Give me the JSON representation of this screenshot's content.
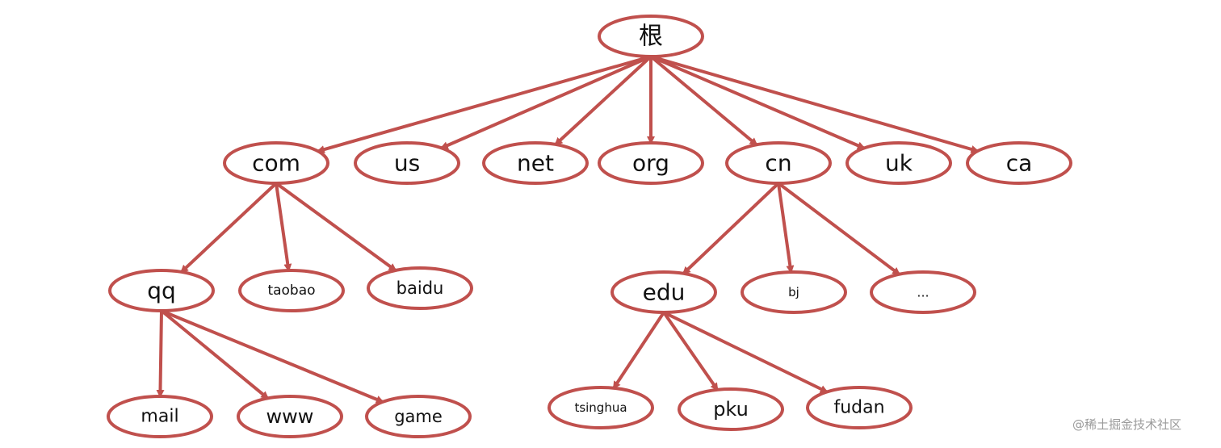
{
  "diagram": {
    "nodes": [
      {
        "id": "root",
        "label": "根"
      },
      {
        "id": "com",
        "label": "com"
      },
      {
        "id": "us",
        "label": "us"
      },
      {
        "id": "net",
        "label": "net"
      },
      {
        "id": "org",
        "label": "org"
      },
      {
        "id": "cn",
        "label": "cn"
      },
      {
        "id": "uk",
        "label": "uk"
      },
      {
        "id": "ca",
        "label": "ca"
      },
      {
        "id": "qq",
        "label": "qq"
      },
      {
        "id": "taobao",
        "label": "taobao"
      },
      {
        "id": "baidu",
        "label": "baidu"
      },
      {
        "id": "edu",
        "label": "edu"
      },
      {
        "id": "bj",
        "label": "bj"
      },
      {
        "id": "more",
        "label": "..."
      },
      {
        "id": "mail",
        "label": "mail"
      },
      {
        "id": "www",
        "label": "www"
      },
      {
        "id": "game",
        "label": "game"
      },
      {
        "id": "tsinghua",
        "label": "tsinghua"
      },
      {
        "id": "pku",
        "label": "pku"
      },
      {
        "id": "fudan",
        "label": "fudan"
      }
    ],
    "edges": [
      {
        "from": "root",
        "to": "com"
      },
      {
        "from": "root",
        "to": "us"
      },
      {
        "from": "root",
        "to": "net"
      },
      {
        "from": "root",
        "to": "org"
      },
      {
        "from": "root",
        "to": "cn"
      },
      {
        "from": "root",
        "to": "uk"
      },
      {
        "from": "root",
        "to": "ca"
      },
      {
        "from": "com",
        "to": "qq"
      },
      {
        "from": "com",
        "to": "taobao"
      },
      {
        "from": "com",
        "to": "baidu"
      },
      {
        "from": "cn",
        "to": "edu"
      },
      {
        "from": "cn",
        "to": "bj"
      },
      {
        "from": "cn",
        "to": "more"
      },
      {
        "from": "qq",
        "to": "mail"
      },
      {
        "from": "qq",
        "to": "www"
      },
      {
        "from": "qq",
        "to": "game"
      },
      {
        "from": "edu",
        "to": "tsinghua"
      },
      {
        "from": "edu",
        "to": "pku"
      },
      {
        "from": "edu",
        "to": "fudan"
      }
    ],
    "colors": {
      "stroke": "#c0504d",
      "text": "#111111",
      "background": "#ffffff"
    }
  },
  "watermark": "@稀土掘金技术社区"
}
